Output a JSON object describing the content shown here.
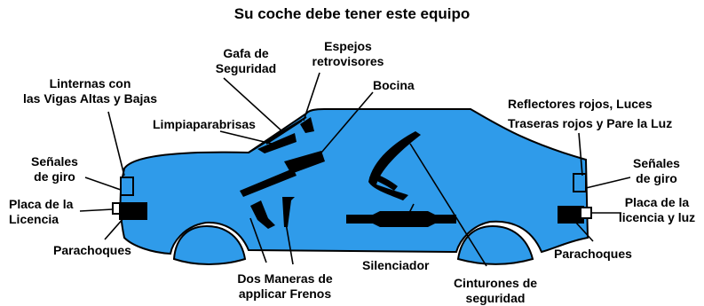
{
  "title": "Su coche debe tener este equipo",
  "colors": {
    "car_body": "#2f9bea",
    "outline": "#000000",
    "background": "#ffffff"
  },
  "labels": {
    "linternas": [
      "Linternas con",
      "las Vigas Altas y Bajas"
    ],
    "gafa": [
      "Gafa de",
      "Seguridad"
    ],
    "espejos": [
      "Espejos",
      "retrovisores"
    ],
    "bocina": "Bocina",
    "limpiaparabrisas": "Limpiaparabrisas",
    "senales_front": [
      "Señales",
      "de giro"
    ],
    "placa_front": [
      "Placa de la",
      "Licencia"
    ],
    "parachoques_front": "Parachoques",
    "frenos": [
      "Dos Maneras de",
      "applicar Frenos"
    ],
    "silenciador": "Silenciador",
    "cinturones": [
      "Cinturones de",
      "seguridad"
    ],
    "reflectores": [
      "Reflectores rojos,  Luces",
      "Traseras rojos  y  Pare la Luz"
    ],
    "senales_rear": [
      "Señales",
      "de giro"
    ],
    "placa_rear": [
      "Placa de la",
      "licencia y luz"
    ],
    "parachoques_rear": "Parachoques"
  }
}
